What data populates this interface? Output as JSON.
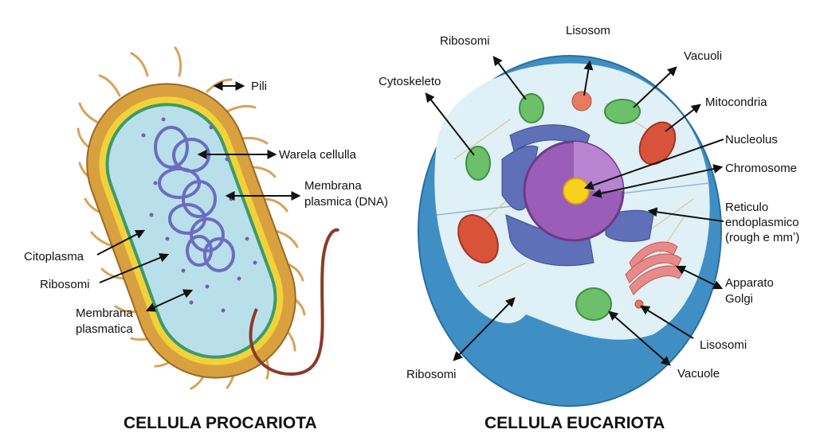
{
  "prokaryote": {
    "title": "CELLULA PROCARIOTA",
    "labels": {
      "pili": "Pili",
      "cell_wall": "Warela cellulla",
      "membrane_dna_1": "Membrana",
      "membrane_dna_2": "plasmica (DNA)",
      "cytoplasm": "Citoplasma",
      "ribosomes": "Ribosomi",
      "plasma_membrane_1": "Membrana",
      "plasma_membrane_2": "plasmatica"
    }
  },
  "eukaryote": {
    "title": "CELLULA EUCARIOTA",
    "labels": {
      "ribosomes_top": "Ribosomi",
      "lysosome_top": "Lisosom",
      "vacuoles": "Vacuoli",
      "cytoskeleton": "Cytoskeleto",
      "mitochondria": "Mitocondria",
      "nucleolus": "Nucleolus",
      "chromosome": "Chromosome",
      "er_1": "Reticulo",
      "er_2": "endoplasmico",
      "er_3": "(rough e mmʼ)",
      "golgi_1": "Apparato",
      "golgi_2": "Golgi",
      "lysosomes": "Lisosomi",
      "vacuole": "Vacuole",
      "ribosomes_bottom": "Ribosomi"
    }
  },
  "colors": {
    "capsule": "#d9a040",
    "wall": "#f2d23a",
    "cytoplasm": "#b9e0ea",
    "dna": "#6a6cc0",
    "euk_outer": "#3f8fc4",
    "euk_inner": "#dff0f6",
    "nucleus": "#9a5db8",
    "nucleolus": "#f6d21e",
    "mito": "#d9533a",
    "vacuole": "#6cc06a",
    "golgi": "#e88a8a",
    "er": "#5f6fb8"
  }
}
